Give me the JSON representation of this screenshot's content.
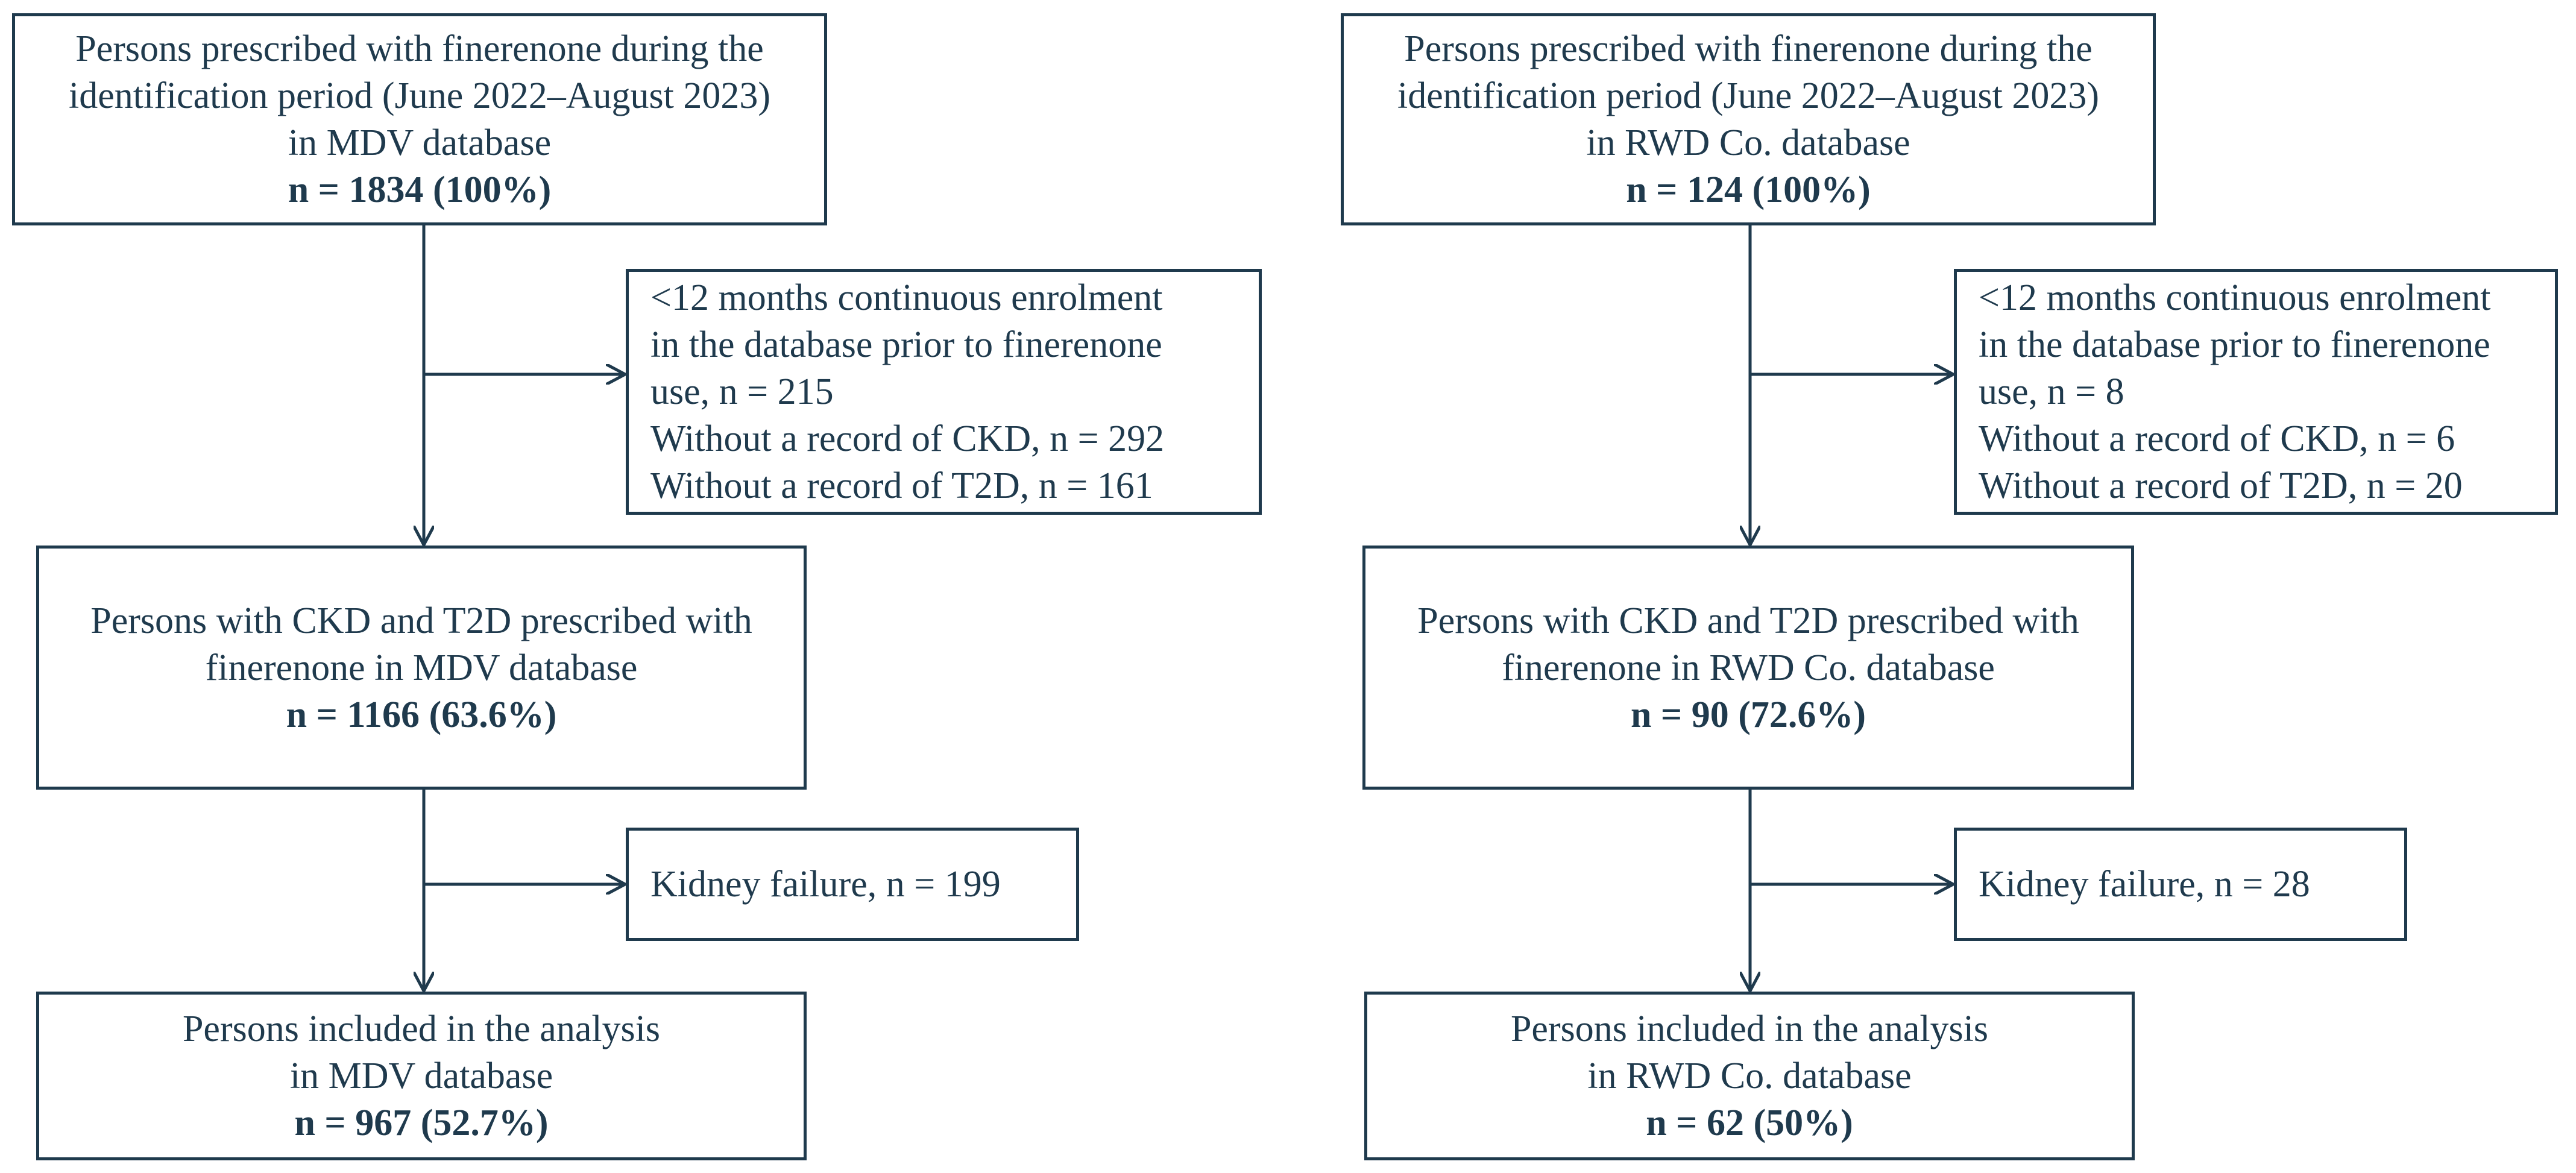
{
  "colors": {
    "ink": "#1f3a4d",
    "background": "#ffffff"
  },
  "flows": [
    {
      "initial": {
        "lines": [
          "Persons prescribed with finerenone during the",
          "identification period (June 2022–August 2023)",
          "in MDV database"
        ],
        "count": "n = 1834 (100%)"
      },
      "exclusion1": {
        "lines": [
          "<12 months continuous enrolment",
          "in the database prior to finerenone",
          "use, n = 215",
          "Without a record of CKD, n = 292",
          "Without a record of T2D, n = 161"
        ]
      },
      "eligible": {
        "lines": [
          "Persons with CKD and T2D prescribed with",
          "finerenone in MDV database"
        ],
        "count": "n = 1166 (63.6%)"
      },
      "exclusion2": {
        "lines": [
          "Kidney failure, n = 199"
        ]
      },
      "included": {
        "lines": [
          "Persons included in the analysis",
          "in MDV database"
        ],
        "count": "n = 967 (52.7%)"
      }
    },
    {
      "initial": {
        "lines": [
          "Persons prescribed with finerenone during the",
          "identification period (June 2022–August 2023)",
          "in RWD Co. database"
        ],
        "count": "n = 124 (100%)"
      },
      "exclusion1": {
        "lines": [
          "<12 months continuous enrolment",
          "in the database prior to finerenone",
          "use, n = 8",
          "Without a record of CKD, n = 6",
          "Without a record of T2D, n = 20"
        ]
      },
      "eligible": {
        "lines": [
          "Persons with CKD and T2D prescribed with",
          "finerenone in RWD Co. database"
        ],
        "count": "n = 90 (72.6%)"
      },
      "exclusion2": {
        "lines": [
          "Kidney failure, n = 28"
        ]
      },
      "included": {
        "lines": [
          "Persons included in the analysis",
          "in RWD Co. database"
        ],
        "count": "n = 62 (50%)"
      }
    }
  ]
}
